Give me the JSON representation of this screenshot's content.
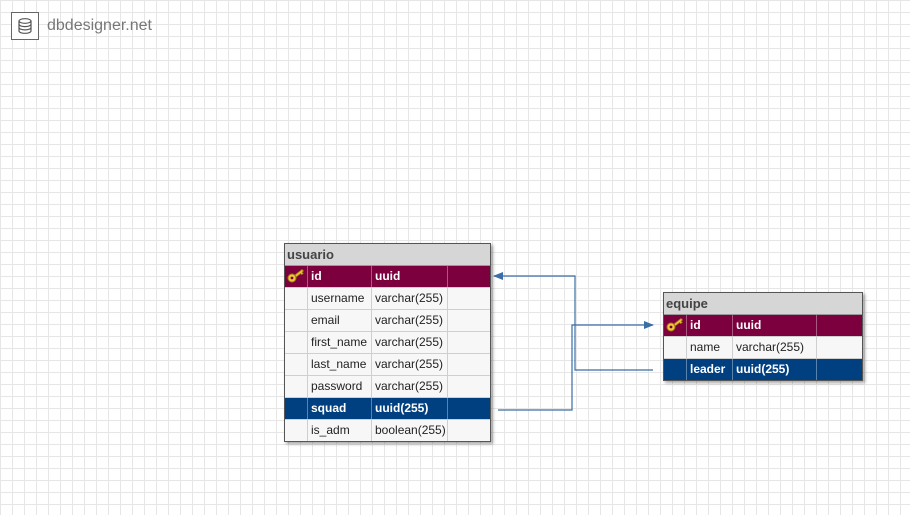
{
  "brand": {
    "name": "dbdesigner.net",
    "icon": "database-icon"
  },
  "colors": {
    "primary_key_row": "#7b003d",
    "foreign_key_row": "#003f80",
    "relation_line": "#3a6ea5"
  },
  "tables": {
    "usuario": {
      "title": "usuario",
      "rows": [
        {
          "name": "id",
          "type": "uuid",
          "role": "pk"
        },
        {
          "name": "username",
          "type": "varchar(255)",
          "role": ""
        },
        {
          "name": "email",
          "type": "varchar(255)",
          "role": ""
        },
        {
          "name": "first_name",
          "type": "varchar(255)",
          "role": ""
        },
        {
          "name": "last_name",
          "type": "varchar(255)",
          "role": ""
        },
        {
          "name": "password",
          "type": "varchar(255)",
          "role": ""
        },
        {
          "name": "squad",
          "type": "uuid(255)",
          "role": "fk"
        },
        {
          "name": "is_adm",
          "type": "boolean(255)",
          "role": ""
        }
      ]
    },
    "equipe": {
      "title": "equipe",
      "rows": [
        {
          "name": "id",
          "type": "uuid",
          "role": "pk"
        },
        {
          "name": "name",
          "type": "varchar(255)",
          "role": ""
        },
        {
          "name": "leader",
          "type": "uuid(255)",
          "role": "fk"
        }
      ]
    }
  }
}
